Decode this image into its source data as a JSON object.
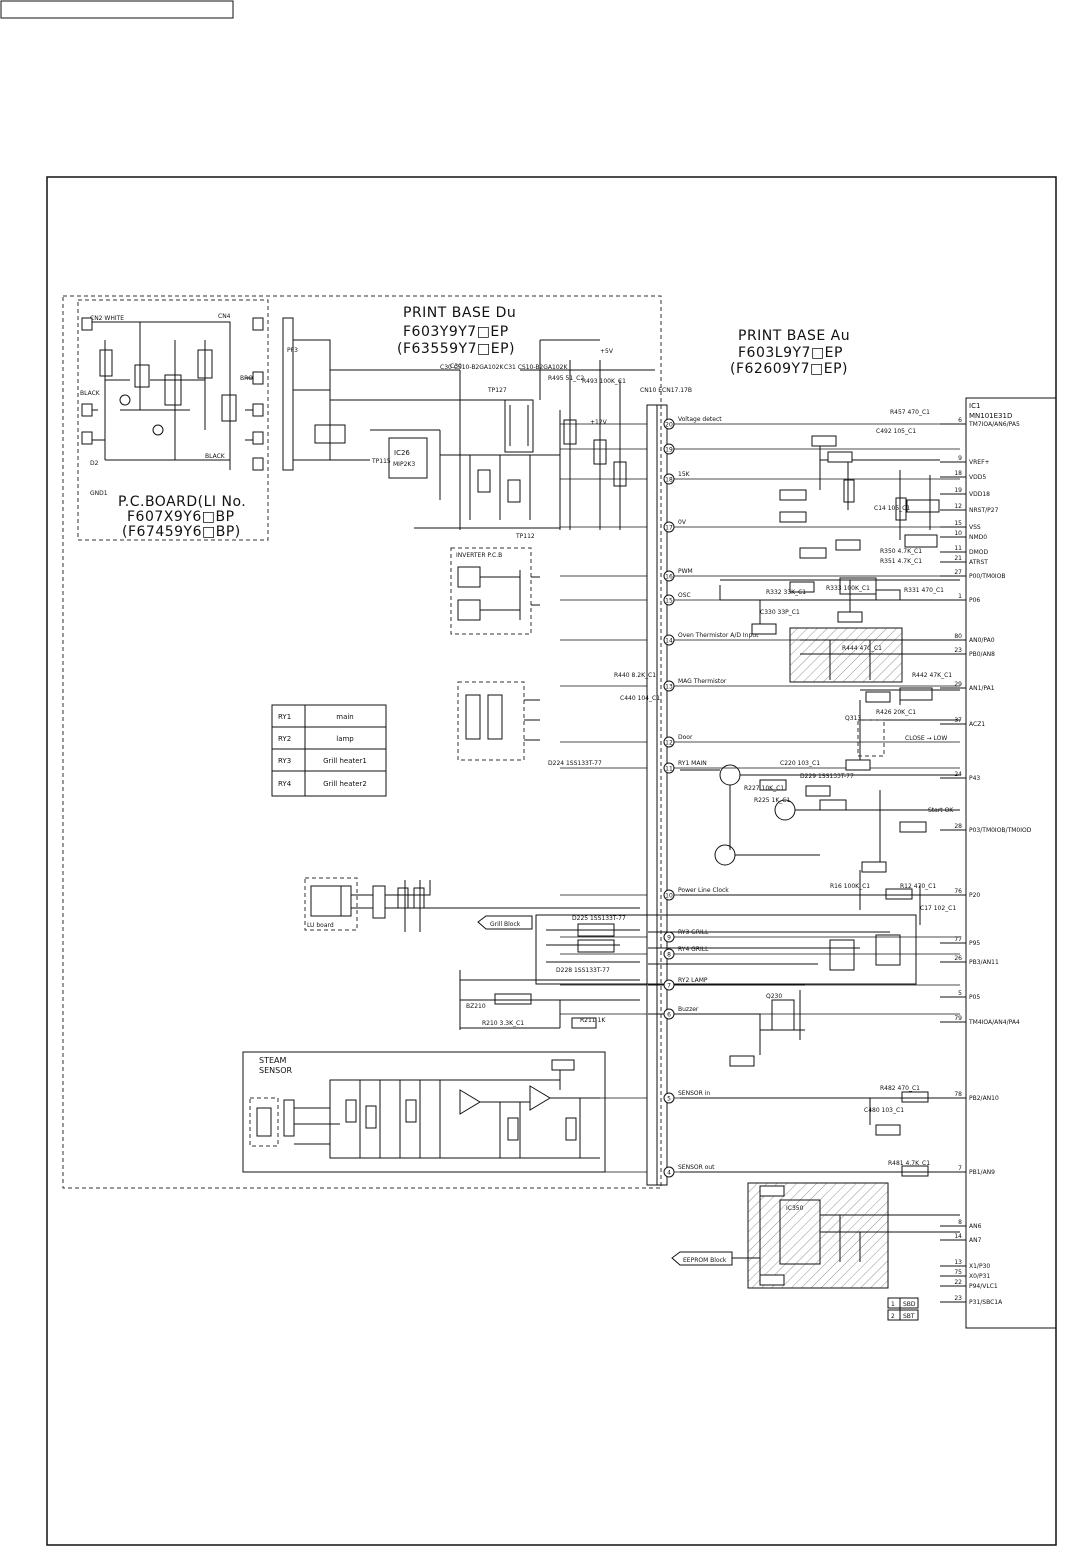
{
  "header_box": "",
  "boards": {
    "du": {
      "title": "PRINT BASE Du",
      "part1": "F603Y9Y7□EP",
      "part2": "(F63559Y7□EP)"
    },
    "au": {
      "title": "PRINT BASE Au",
      "part1": "F603L9Y7□EP",
      "part2": "(F62609Y7□EP)"
    },
    "li": {
      "title": "P.C.BOARD(LI No.",
      "part1": "F607X9Y6□BP",
      "part2": "(F67459Y6□BP)"
    }
  },
  "relay_table": [
    {
      "id": "RY1",
      "name": "main"
    },
    {
      "id": "RY2",
      "name": "lamp"
    },
    {
      "id": "RY3",
      "name": "Grill heater1"
    },
    {
      "id": "RY4",
      "name": "Grill heater2"
    }
  ],
  "connector": {
    "top": "CN10  ECN17.17B",
    "pins": [
      {
        "n": "20",
        "label": "Voltage detect"
      },
      {
        "n": "19",
        "label": ""
      },
      {
        "n": "18",
        "label": "15K"
      },
      {
        "n": "17",
        "label": "0V"
      },
      {
        "n": "16",
        "label": "PWM"
      },
      {
        "n": "15",
        "label": "OSC"
      },
      {
        "n": "14",
        "label": "Oven Thermistor A/D Input"
      },
      {
        "n": "13",
        "label": "MAG Thermistor"
      },
      {
        "n": "12",
        "label": "Door"
      },
      {
        "n": "11",
        "label": "RY1 MAIN"
      },
      {
        "n": "10",
        "label": "Power Line Clock"
      },
      {
        "n": "9",
        "label": "RY3 GRILL"
      },
      {
        "n": "8",
        "label": "RY4 GRILL"
      },
      {
        "n": "7",
        "label": "RY2 LAMP"
      },
      {
        "n": "6",
        "label": "Buzzer"
      },
      {
        "n": "5",
        "label": "SENSOR in"
      },
      {
        "n": "4",
        "label": "SENSOR out"
      }
    ]
  },
  "ic1": {
    "ref": "IC1",
    "part": "MN101E31D",
    "pins": [
      {
        "n": "6",
        "name": "TM7IOA/AN6/PA5"
      },
      {
        "n": "9",
        "name": "VREF+"
      },
      {
        "n": "18",
        "name": "VDD5"
      },
      {
        "n": "19",
        "name": "VDD18"
      },
      {
        "n": "12",
        "name": "NRST/P27"
      },
      {
        "n": "15",
        "name": "VSS"
      },
      {
        "n": "10",
        "name": "NMD0"
      },
      {
        "n": "11",
        "name": "DMOD"
      },
      {
        "n": "21",
        "name": "ATRST"
      },
      {
        "n": "27",
        "name": "P00/TM0IOB"
      },
      {
        "n": "1",
        "name": "P06"
      },
      {
        "n": "80",
        "name": "AN0/PA0"
      },
      {
        "n": "23",
        "name": "PB0/AN8"
      },
      {
        "n": "29",
        "name": "AN1/PA1"
      },
      {
        "n": "37",
        "name": "ACZ1"
      },
      {
        "n": "24",
        "name": "P43"
      },
      {
        "n": "28",
        "name": "P03/TM0IOB/TM0IOD"
      },
      {
        "n": "76",
        "name": "P20"
      },
      {
        "n": "77",
        "name": "P95"
      },
      {
        "n": "26",
        "name": "PB3/AN11"
      },
      {
        "n": "5",
        "name": "P05"
      },
      {
        "n": "79",
        "name": "TM4IOA/AN4/PA4"
      },
      {
        "n": "78",
        "name": "PB2/AN10"
      },
      {
        "n": "7",
        "name": "PB1/AN9"
      },
      {
        "n": "8",
        "name": "AN6"
      },
      {
        "n": "14",
        "name": "AN7"
      },
      {
        "n": "13",
        "name": "X1/P30"
      },
      {
        "n": "75",
        "name": "X0/P31"
      },
      {
        "n": "22",
        "name": "P94/VLC1"
      },
      {
        "n": "23",
        "name": "P31/SBC1A"
      }
    ]
  },
  "blocks": {
    "inverter": "INVERTER P.C.B",
    "lu_board": "LU board",
    "grill_block": "Grill Block",
    "eeprom_block": "EEPROM  Block",
    "steam_title": "STEAM",
    "steam_sub": "SENSOR",
    "close_low": "CLOSE → LOW",
    "start_ok": "Start OK"
  },
  "rails": {
    "p5": "+5V",
    "p12": "+12V",
    "zero": "0V"
  },
  "ic_labels": {
    "ic26": "IC26",
    "ic26_part": "MIP2K3",
    "ic350": "IC350",
    "q313": "Q313",
    "q330": "Q230",
    "bz": "BZ210"
  },
  "comp_labels": [
    "R457 470_C1",
    "C492 105_C1",
    "C14 105_C1",
    "R350 4.7K_C1",
    "R351 4.7K_C1",
    "R333 100K_C1",
    "R331 470_C1",
    "R332 33K_C1",
    "C330 33P_C1",
    "R444 470_C1",
    "R442 47K_C1",
    "R426 20K_C1",
    "C220 103_C1",
    "D229 1SS133T-77",
    "R12 470_C1",
    "R16 100K_C1",
    "C17 102_C1",
    "R482 470_C1",
    "C480 103_C1",
    "R481 4.7K_C1",
    "R211 1K",
    "R210 3.3K_C1",
    "D224 1SS133T-77",
    "D225 1SS133T-77",
    "D228 1SS133T-77",
    "C30 CS10-B2GA102K",
    "C31 CS10-B2GA102K",
    "R495 51_C2",
    "R493 100K_C1",
    "R440 8.2K_C1",
    "C440 104_C1",
    "R225 1K_C1",
    "R227 10K_C1"
  ]
}
